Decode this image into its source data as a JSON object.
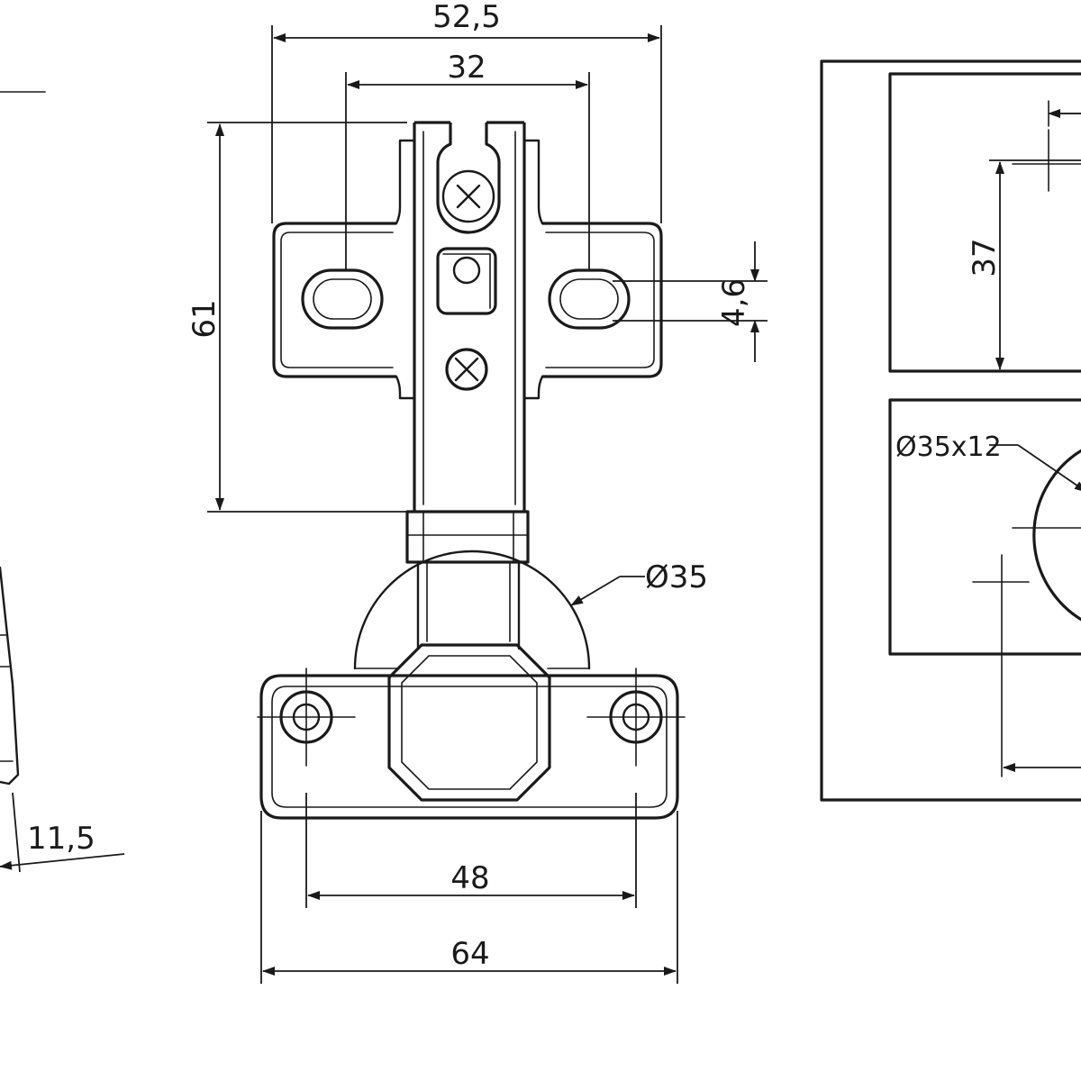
{
  "dimensions": {
    "overall_width": "52,5",
    "plate_hole_spacing": "32",
    "arm_height": "61",
    "slot_height": "4,6",
    "cup_diameter": "Ø35",
    "cup_hole_spacing": "48",
    "cup_plate_width": "64",
    "side_offset": "11,5",
    "drill_distance": "37",
    "drill_callout": "Ø35x12"
  }
}
